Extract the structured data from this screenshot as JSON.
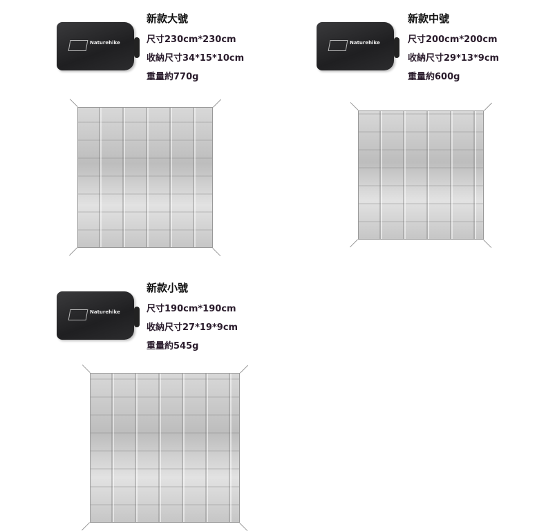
{
  "products": [
    {
      "title": "新款大號",
      "size": "尺寸230cm*230cm",
      "packed": "收納尺寸34*15*10cm",
      "weight": "重量約770g",
      "brand": "Naturehike"
    },
    {
      "title": "新款中號",
      "size": "尺寸200cm*200cm",
      "packed": "收納尺寸29*13*9cm",
      "weight": "重量約600g",
      "brand": "Naturehike"
    },
    {
      "title": "新款小號",
      "size": "尺寸190cm*190cm",
      "packed": "收納尺寸27*19*9cm",
      "weight": "重量約545g",
      "brand": "Naturehike"
    }
  ]
}
